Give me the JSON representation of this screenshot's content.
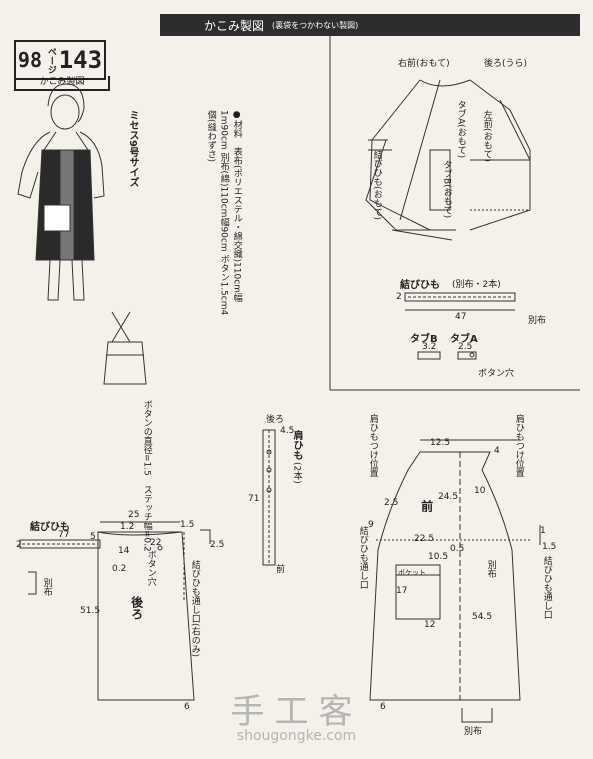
{
  "header": {
    "title": "かこみ製図",
    "subtitle": "(裏袋をつかわない製図)"
  },
  "page_number": {
    "left": "98",
    "unit": "ページ",
    "right": "143",
    "label": "かこみ製図"
  },
  "size_note": "ミセス9号サイズ",
  "materials": [
    "●材料　表布(ポリエステル・綿交織)110cm幅",
    "1m90cm 別布(綿)110cm幅90cm ボタン1.5cm4",
    "個(縫わずさ)"
  ],
  "button_note": "ボタンの直径=1.5　ステッチ幅=0.2",
  "front_view": {
    "right_front": "右前(おもて)",
    "back_side": "後ろ(うら)",
    "tab_a": "タブA(おもて)",
    "left_front": "左前(おもて)",
    "tab_b": "タブB(おもて)",
    "tie": "結びひも(おもて)"
  },
  "tie_detail": {
    "title": "結びひも",
    "note": "(別布・2本)",
    "w": "2",
    "len": "47",
    "fabric": "別布"
  },
  "tabs": {
    "tab_b": "タブB",
    "tab_a": "タブA",
    "b_w": "3.2",
    "a_w": "2.5",
    "button_hole": "ボタン穴"
  },
  "strap": {
    "title": "肩ひも",
    "note": "(2本)",
    "back": "後ろ",
    "front": "前",
    "w": "4.5",
    "len": "71"
  },
  "left_tie": {
    "title": "結びひも",
    "len": "77",
    "w": "2",
    "fabric": "別布"
  },
  "back_panel": {
    "title": "後ろ",
    "dims": [
      "25",
      "1.2",
      "5",
      "14",
      "22",
      "1.5",
      "51.5",
      "6",
      "0.2",
      "2.5"
    ],
    "button_hole": "ボタン穴",
    "tie_pass": "結びひも通し口(右のみ)"
  },
  "front_panel": {
    "title": "前",
    "strap_pos": "肩ひもつけ位置",
    "dims": [
      "12.5",
      "4",
      "10",
      "24.5",
      "2.5",
      "9",
      "22.5",
      "0.5",
      "10.5",
      "17",
      "12",
      "54.5",
      "1.5",
      "6",
      "1"
    ],
    "tie_pass": "結びひも通し口",
    "fabric": "別布",
    "pocket": "ポケット"
  },
  "watermark": {
    "cn": "手工客",
    "url": "shougongke.com"
  }
}
